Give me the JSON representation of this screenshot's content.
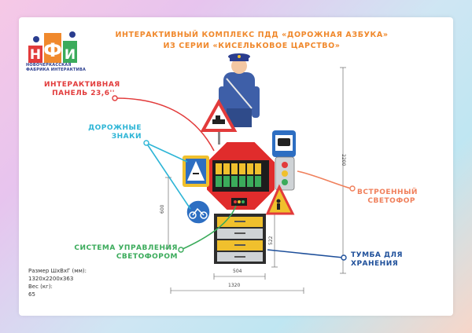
{
  "logo": {
    "letters": [
      "Н",
      "Ф",
      "И"
    ],
    "subtitle_line1": "НОВОЧЕРКАССКАЯ",
    "subtitle_line2": "ФАБРИКА ИНТЕРАКТИВА"
  },
  "title": {
    "line1": "ИНТЕРАКТИВНЫЙ КОМПЛЕКС ПДД «ДОРОЖНАЯ АЗБУКА»",
    "line2": "ИЗ СЕРИИ «КИСЕЛЬКОВОЕ ЦАРСТВО»"
  },
  "callouts": {
    "panel_line1": "ИНТЕРАКТИВНАЯ",
    "panel_line2": "ПАНЕЛЬ 23,6''",
    "signs_line1": "ДОРОЖНЫЕ",
    "signs_line2": "ЗНАКИ",
    "control_line1": "СИСТЕМА УПРАВЛЕНИЯ",
    "control_line2": "СВЕТОФОРОМ",
    "light_line1": "ВСТРОЕННЫЙ",
    "light_line2": "СВЕТОФОР",
    "cabinet_line1": "ТУМБА ДЛЯ",
    "cabinet_line2": "ХРАНЕНИЯ"
  },
  "dimensions": {
    "height_total": "2200",
    "panel_height": "600",
    "cabinet_height": "522",
    "cabinet_width": "504",
    "total_width": "1320"
  },
  "specs": {
    "size_label": "Размер ШхВхГ (мм):",
    "size_value": "1320х2200х363",
    "weight_label": "Вес (кг):",
    "weight_value": "65"
  },
  "colors": {
    "orange": "#f0892d",
    "red": "#e23b3b",
    "cyan": "#2db5d6",
    "green": "#3bab5b",
    "salmon": "#f0805c",
    "navy": "#1e4f9a"
  }
}
